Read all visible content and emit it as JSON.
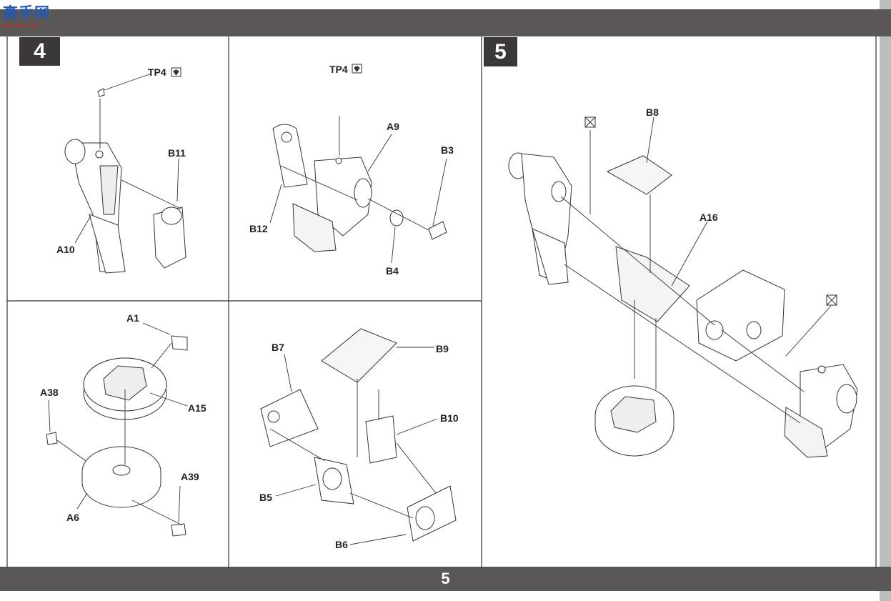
{
  "logo": {
    "title": "高手网",
    "subtitle": "gao-shou.com"
  },
  "page": {
    "number": "5"
  },
  "steps": [
    {
      "number": "4"
    },
    {
      "number": "5"
    }
  ],
  "labels": {
    "tp4_a": "TP4",
    "b11": "B11",
    "a10": "A10",
    "tp4_b": "TP4",
    "a9": "A9",
    "b3": "B3",
    "b12": "B12",
    "b4": "B4",
    "a1": "A1",
    "a38": "A38",
    "a15": "A15",
    "a39": "A39",
    "a6": "A6",
    "b7": "B7",
    "b9": "B9",
    "b10": "B10",
    "b5": "B5",
    "b6": "B6",
    "b8": "B8",
    "a16": "A16"
  },
  "icons": [
    "glue-icon",
    "no-glue-icon"
  ]
}
